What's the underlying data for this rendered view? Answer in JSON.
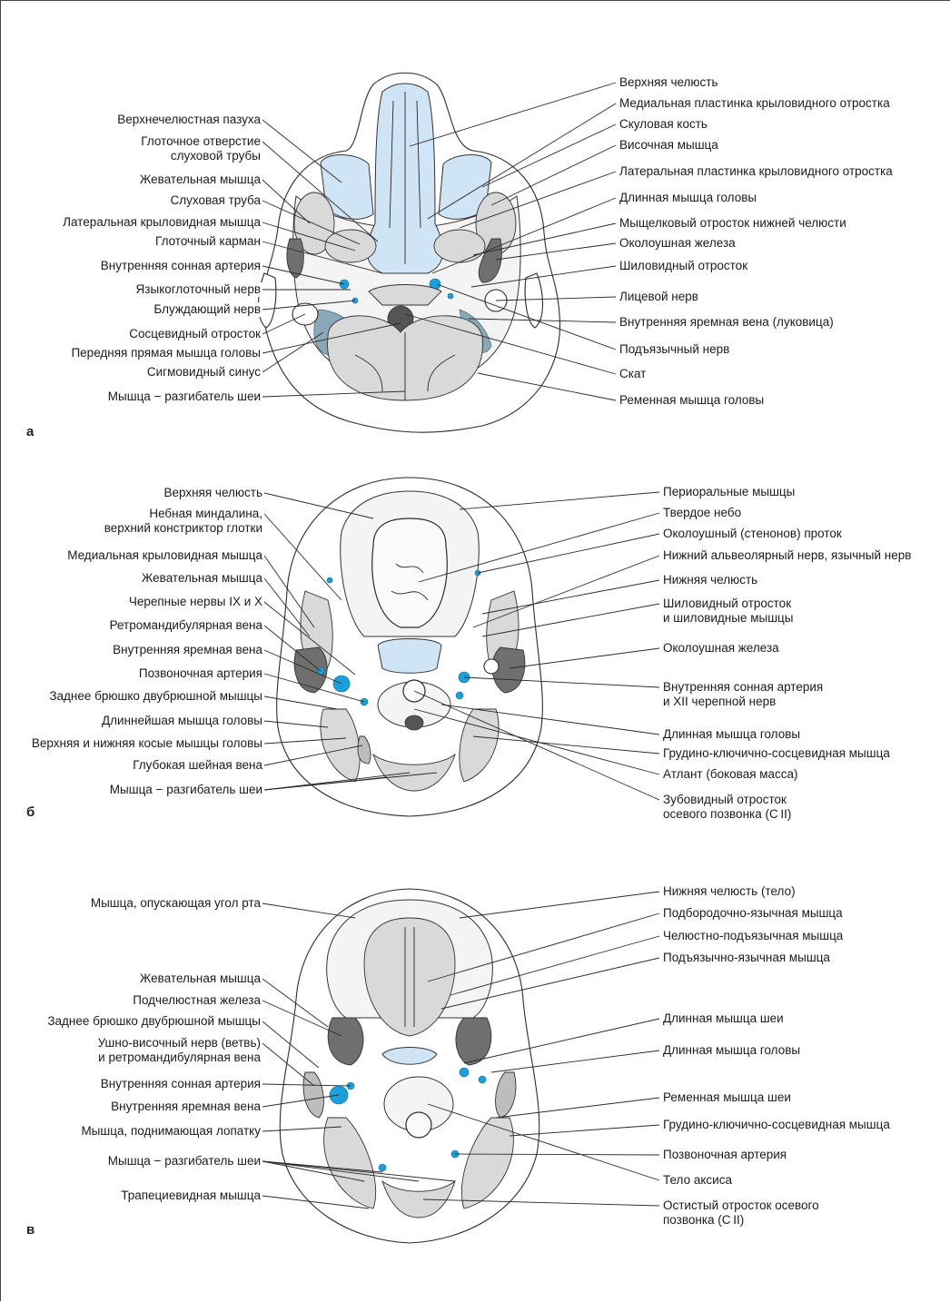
{
  "panels": [
    {
      "id": "a",
      "letter": "а",
      "left_labels": [
        {
          "key": "maxillary-sinus",
          "lines": [
            "Верхнечелюстная пазуха"
          ]
        },
        {
          "key": "pharyngeal-opening",
          "lines": [
            "Глоточное отверстие",
            "слуховой трубы"
          ]
        },
        {
          "key": "masseter",
          "lines": [
            "Жевательная мышца"
          ]
        },
        {
          "key": "auditory-tube",
          "lines": [
            "Слуховая труба"
          ]
        },
        {
          "key": "lateral-pterygoid",
          "lines": [
            "Латеральная крыловидная мышца"
          ]
        },
        {
          "key": "pharyngeal-recess",
          "lines": [
            "Глоточный карман"
          ]
        },
        {
          "key": "internal-carotid",
          "lines": [
            "Внутренняя сонная артерия"
          ]
        },
        {
          "key": "glossopharyngeal",
          "lines": [
            "Языкоглоточный нерв"
          ]
        },
        {
          "key": "vagus",
          "lines": [
            "Блуждающий нерв"
          ]
        },
        {
          "key": "mastoid",
          "lines": [
            "Сосцевидный отросток"
          ]
        },
        {
          "key": "rectus-capitis-anterior",
          "lines": [
            "Передняя прямая мышца головы"
          ]
        },
        {
          "key": "sigmoid-sinus",
          "lines": [
            "Сигмовидный синус"
          ]
        },
        {
          "key": "neck-extensor",
          "lines": [
            "Мышца − разгибатель шеи"
          ]
        }
      ],
      "right_labels": [
        {
          "key": "maxilla",
          "lines": [
            "Верхняя челюсть"
          ]
        },
        {
          "key": "medial-pterygoid-plate",
          "lines": [
            "Медиальная пластинка крыловидного отростка"
          ]
        },
        {
          "key": "zygomatic",
          "lines": [
            "Скуловая кость"
          ]
        },
        {
          "key": "temporalis",
          "lines": [
            "Височная мышца"
          ]
        },
        {
          "key": "lateral-pterygoid-plate",
          "lines": [
            "Латеральная пластинка крыловидного отростка"
          ]
        },
        {
          "key": "longus-capitis",
          "lines": [
            "Длинная мышца головы"
          ]
        },
        {
          "key": "condylar-process",
          "lines": [
            "Мыщелковый отросток нижней челюсти"
          ]
        },
        {
          "key": "parotid",
          "lines": [
            "Околоушная железа"
          ]
        },
        {
          "key": "styloid",
          "lines": [
            "Шиловидный отросток"
          ]
        },
        {
          "key": "facial-nerve",
          "lines": [
            "Лицевой нерв"
          ]
        },
        {
          "key": "ijv-bulb",
          "lines": [
            "Внутренняя яремная вена (луковица)"
          ]
        },
        {
          "key": "hypoglossal",
          "lines": [
            "Подъязычный нерв"
          ]
        },
        {
          "key": "clivus",
          "lines": [
            "Скат"
          ]
        },
        {
          "key": "splenius-capitis",
          "lines": [
            "Ременная мышца головы"
          ]
        }
      ]
    },
    {
      "id": "b",
      "letter": "б",
      "left_labels": [
        {
          "key": "maxilla",
          "lines": [
            "Верхняя челюсть"
          ]
        },
        {
          "key": "palatine-tonsil",
          "lines": [
            "Небная миндалина,",
            "верхний констриктор глотки"
          ]
        },
        {
          "key": "medial-pterygoid",
          "lines": [
            "Медиальная крыловидная мышца"
          ]
        },
        {
          "key": "masseter",
          "lines": [
            "Жевательная мышца"
          ]
        },
        {
          "key": "cranial-nerves",
          "lines": [
            "Черепные нервы IX и X"
          ]
        },
        {
          "key": "retromandibular-vein",
          "lines": [
            "Ретромандибулярная вена"
          ]
        },
        {
          "key": "ijv",
          "lines": [
            "Внутренняя яремная вена"
          ]
        },
        {
          "key": "vertebral-artery",
          "lines": [
            "Позвоночная артерия"
          ]
        },
        {
          "key": "digastric-posterior",
          "lines": [
            "Заднее брюшко двубрюшной мышцы"
          ]
        },
        {
          "key": "longissimus-capitis",
          "lines": [
            "Длиннейшая мышца головы"
          ]
        },
        {
          "key": "obliquus-capitis",
          "lines": [
            "Верхняя и нижняя косые мышцы головы"
          ]
        },
        {
          "key": "deep-cervical-vein",
          "lines": [
            "Глубокая шейная вена"
          ]
        },
        {
          "key": "neck-extensor",
          "lines": [
            "Мышца − разгибатель шеи"
          ]
        }
      ],
      "right_labels": [
        {
          "key": "perioral",
          "lines": [
            "Периоральные мышцы"
          ]
        },
        {
          "key": "hard-palate",
          "lines": [
            "Твердое небо"
          ]
        },
        {
          "key": "parotid-duct",
          "lines": [
            "Околоушный (стенонов) проток"
          ]
        },
        {
          "key": "alveolar-nerve",
          "lines": [
            "Нижний альвеолярный нерв, язычный нерв"
          ]
        },
        {
          "key": "mandible",
          "lines": [
            "Нижняя челюсть"
          ]
        },
        {
          "key": "styloid",
          "lines": [
            "Шиловидный отросток",
            "и шиловидные мышцы"
          ]
        },
        {
          "key": "parotid",
          "lines": [
            "Околоушная железа"
          ]
        },
        {
          "key": "ica-xii",
          "lines": [
            "Внутренняя сонная артерия",
            "и XII черепной нерв"
          ]
        },
        {
          "key": "longus-capitis",
          "lines": [
            "Длинная мышца головы"
          ]
        },
        {
          "key": "scm",
          "lines": [
            "Грудино-ключично-сосцевидная мышца"
          ]
        },
        {
          "key": "atlas",
          "lines": [
            "Атлант (боковая масса)"
          ]
        },
        {
          "key": "dens",
          "lines": [
            "Зубовидный отросток",
            "осевого позвонка (C II)"
          ]
        }
      ]
    },
    {
      "id": "c",
      "letter": "в",
      "left_labels": [
        {
          "key": "depressor-anguli",
          "lines": [
            "Мышца, опускающая угол рта"
          ]
        },
        {
          "key": "masseter",
          "lines": [
            "Жевательная мышца"
          ]
        },
        {
          "key": "submandibular",
          "lines": [
            "Подчелюстная железа"
          ]
        },
        {
          "key": "digastric-posterior",
          "lines": [
            "Заднее брюшко двубрюшной мышцы"
          ]
        },
        {
          "key": "auriculotemporal",
          "lines": [
            "Ушно-височный нерв (ветвь)",
            "и ретромандибулярная вена"
          ]
        },
        {
          "key": "ica",
          "lines": [
            "Внутренняя сонная артерия"
          ]
        },
        {
          "key": "ijv",
          "lines": [
            "Внутренняя яремная вена"
          ]
        },
        {
          "key": "levator-scapulae",
          "lines": [
            "Мышца, поднимающая лопатку"
          ]
        },
        {
          "key": "neck-extensor",
          "lines": [
            "Мышца − разгибатель шеи"
          ]
        },
        {
          "key": "trapezius",
          "lines": [
            "Трапециевидная мышца"
          ]
        }
      ],
      "right_labels": [
        {
          "key": "mandible-body",
          "lines": [
            "Нижняя челюсть (тело)"
          ]
        },
        {
          "key": "genioglossus",
          "lines": [
            "Подбородочно-язычная мышца"
          ]
        },
        {
          "key": "mylohyoid",
          "lines": [
            "Челюстно-подъязычная мышца"
          ]
        },
        {
          "key": "hyoglossus",
          "lines": [
            "Подъязычно-язычная мышца"
          ]
        },
        {
          "key": "longus-colli",
          "lines": [
            "Длинная мышца шеи"
          ]
        },
        {
          "key": "longus-capitis",
          "lines": [
            "Длинная мышца головы"
          ]
        },
        {
          "key": "splenius-cervicis",
          "lines": [
            "Ременная мышца шеи"
          ]
        },
        {
          "key": "scm",
          "lines": [
            "Грудино-ключично-сосцевидная мышца"
          ]
        },
        {
          "key": "vertebral-artery",
          "lines": [
            "Позвоночная артерия"
          ]
        },
        {
          "key": "axis-body",
          "lines": [
            "Тело аксиса"
          ]
        },
        {
          "key": "spinous-process",
          "lines": [
            "Остистый отросток осевого",
            "позвонка (C II)"
          ]
        }
      ]
    }
  ],
  "colors": {
    "vessel": "#1aa0dc",
    "airway": "#cfe4f5",
    "muscle": "#d9d9d9",
    "gland": "#6f6f6f"
  }
}
